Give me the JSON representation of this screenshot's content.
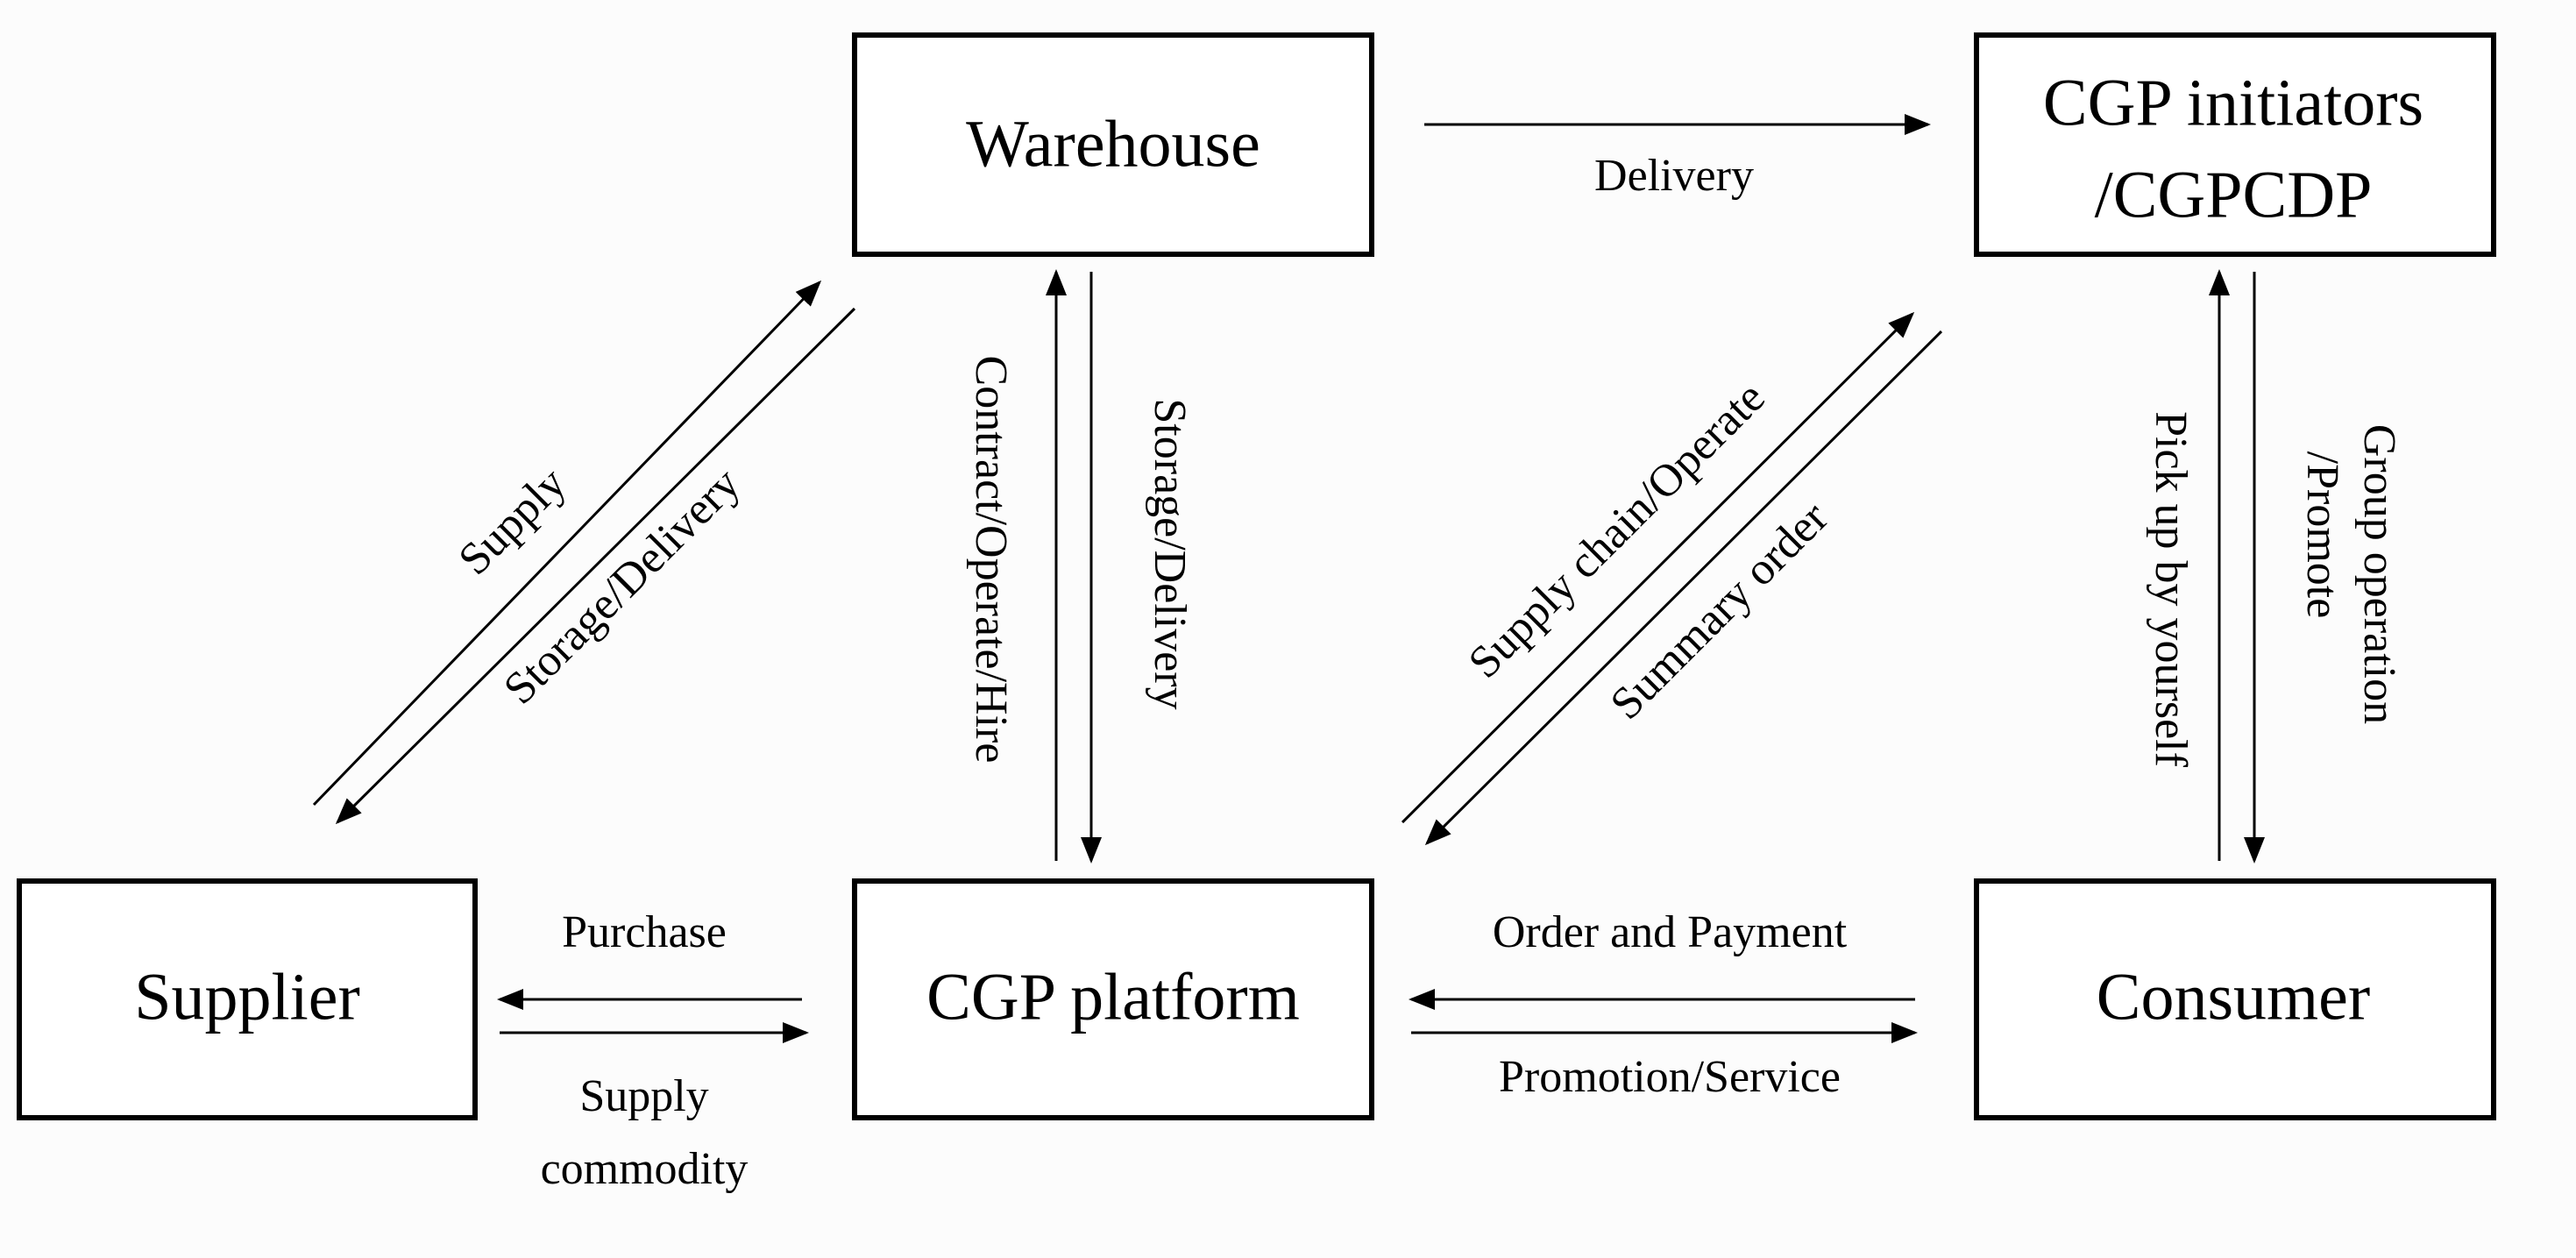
{
  "nodes": {
    "warehouse": "Warehouse",
    "initiators_line1": "CGP initiators",
    "initiators_line2": "/CGPCDP",
    "supplier": "Supplier",
    "platform": "CGP platform",
    "consumer": "Consumer"
  },
  "edges": {
    "delivery": "Delivery",
    "supply": "Supply",
    "storage_delivery_left": "Storage/Delivery",
    "contract_operate_hire": "Contract/Operate/Hire",
    "storage_delivery_mid": "Storage/Delivery",
    "supply_chain_operate": "Supply chain/Operate",
    "summary_order": "Summary order",
    "pick_up_by_yourself": "Pick up by yourself",
    "group_operation": "Group operation",
    "promote": "/Promote",
    "purchase": "Purchase",
    "supply_commodity_line1": "Supply",
    "supply_commodity_line2": "commodity",
    "order_and_payment": "Order and Payment",
    "promotion_service": "Promotion/Service"
  }
}
